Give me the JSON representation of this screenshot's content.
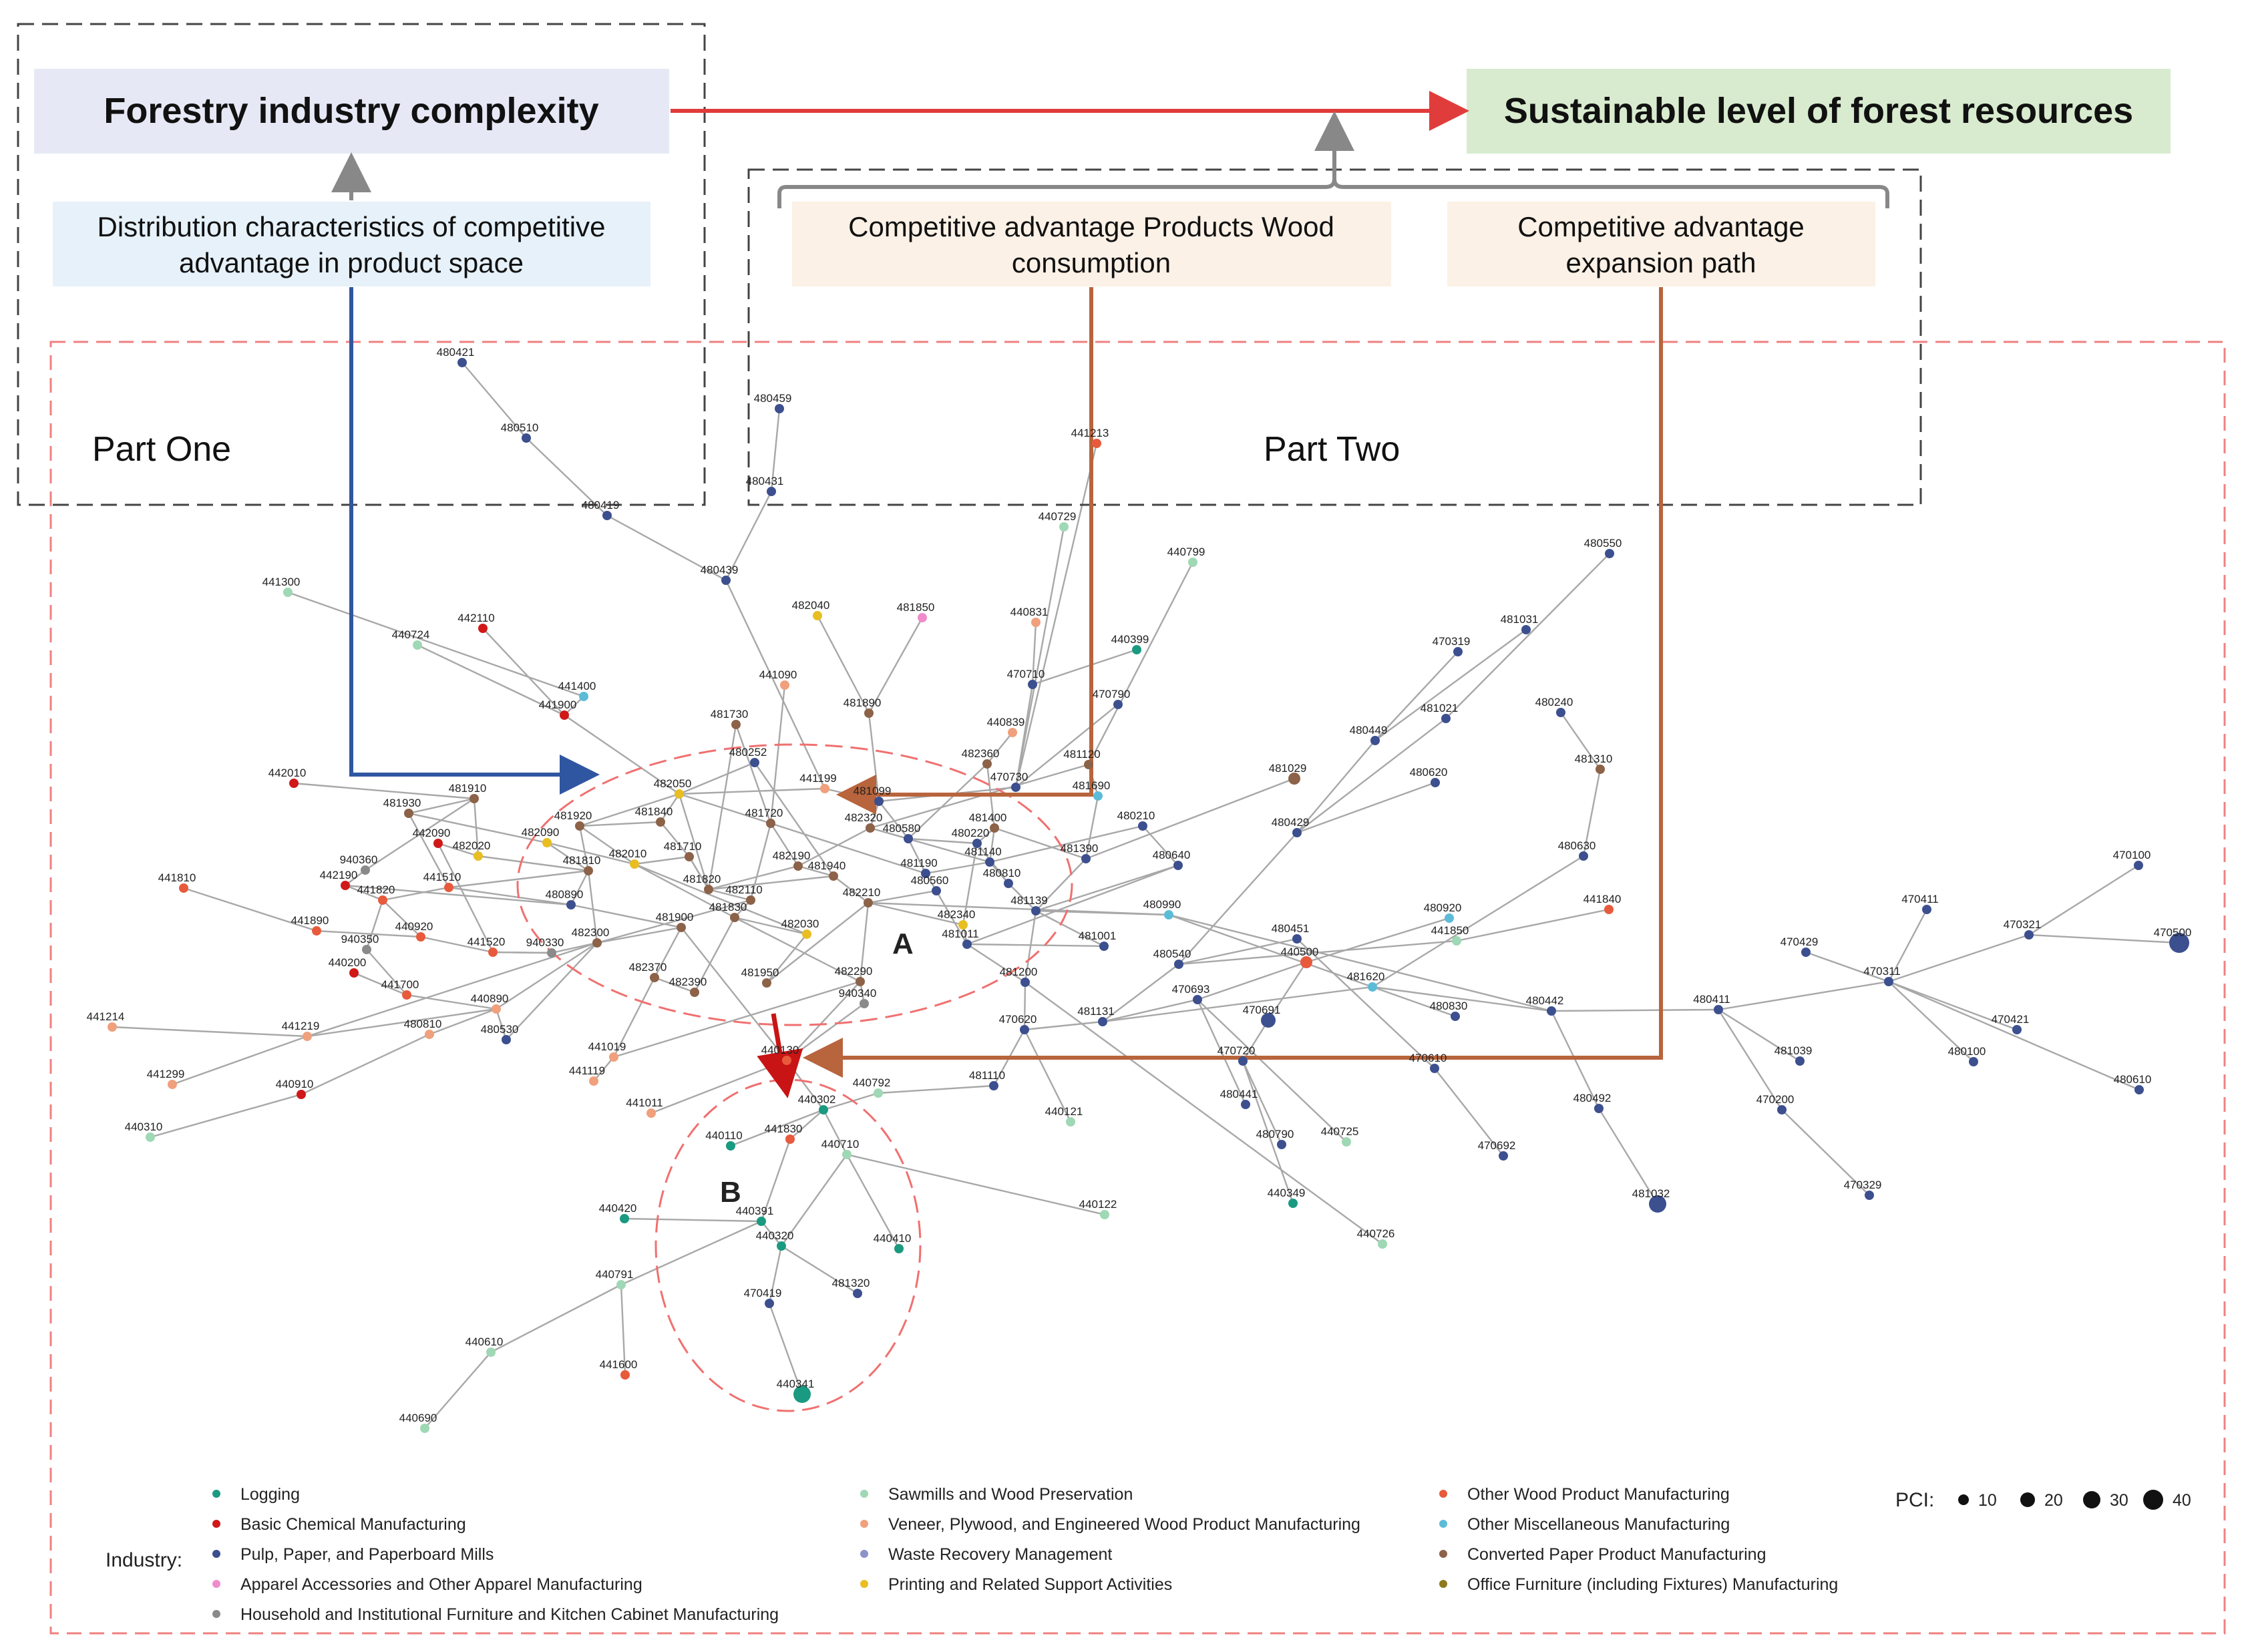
{
  "top_boxes": {
    "complexity": "Forestry industry complexity",
    "sustainable": "Sustainable level of forest resources",
    "distribution": [
      "Distribution characteristics of competitive",
      "advantage in product space"
    ],
    "wood": [
      "Competitive advantage Products Wood",
      "consumption"
    ],
    "expansion": [
      "Competitive advantage",
      "expansion path"
    ]
  },
  "parts": {
    "one": "Part One",
    "two": "Part Two"
  },
  "clusters": {
    "a": "A",
    "b": "B"
  },
  "legend": {
    "title": "Industry:",
    "pci_label": "PCI:",
    "pci_values": [
      "10",
      "20",
      "30",
      "40"
    ],
    "items": [
      {
        "label": "Logging",
        "color": "#1a9a80"
      },
      {
        "label": "Basic Chemical Manufacturing",
        "color": "#d01818"
      },
      {
        "label": "Pulp, Paper, and Paperboard Mills",
        "color": "#3c4f8f"
      },
      {
        "label": "Apparel Accessories and Other Apparel Manufacturing",
        "color": "#f08ccc"
      },
      {
        "label": "Household and Institutional Furniture and Kitchen Cabinet Manufacturing",
        "color": "#8a8a8a"
      },
      {
        "label": "Sawmills and Wood Preservation",
        "color": "#9fd8b4"
      },
      {
        "label": "Veneer, Plywood, and Engineered Wood Product Manufacturing",
        "color": "#f0a07c"
      },
      {
        "label": "Waste Recovery Management",
        "color": "#8c93c8"
      },
      {
        "label": "Printing and Related Support Activities",
        "color": "#e8be22"
      },
      {
        "label": "Other Wood Product Manufacturing",
        "color": "#e85a3c"
      },
      {
        "label": "Other Miscellaneous Manufacturing",
        "color": "#5cbcd8"
      },
      {
        "label": "Converted Paper Product Manufacturing",
        "color": "#8c6248"
      },
      {
        "label": "Office Furniture (including Fixtures) Manufacturing",
        "color": "#8c7a1c"
      }
    ]
  },
  "network": {
    "nodes": [
      {
        "id": "480421",
        "cat": 2
      },
      {
        "id": "480510",
        "cat": 2
      },
      {
        "id": "480419",
        "cat": 2
      },
      {
        "id": "480459",
        "cat": 2
      },
      {
        "id": "480431",
        "cat": 2
      },
      {
        "id": "480439",
        "cat": 2
      },
      {
        "id": "441300",
        "cat": 5
      },
      {
        "id": "442110",
        "cat": 1
      },
      {
        "id": "440724",
        "cat": 5
      },
      {
        "id": "441400",
        "cat": 10
      },
      {
        "id": "441900",
        "cat": 1
      },
      {
        "id": "482040",
        "cat": 8
      },
      {
        "id": "481850",
        "cat": 3
      },
      {
        "id": "441090",
        "cat": 6
      },
      {
        "id": "481890",
        "cat": 11
      },
      {
        "id": "440831",
        "cat": 6
      },
      {
        "id": "441213",
        "cat": 9
      },
      {
        "id": "440729",
        "cat": 5
      },
      {
        "id": "440799",
        "cat": 5
      },
      {
        "id": "440399",
        "cat": 0
      },
      {
        "id": "470710",
        "cat": 2
      },
      {
        "id": "470790",
        "cat": 2
      },
      {
        "id": "440839",
        "cat": 6
      },
      {
        "id": "482360",
        "cat": 11
      },
      {
        "id": "470730",
        "cat": 2
      },
      {
        "id": "481120",
        "cat": 11
      },
      {
        "id": "481690",
        "cat": 10
      },
      {
        "id": "481730",
        "cat": 11
      },
      {
        "id": "480252",
        "cat": 2
      },
      {
        "id": "441199",
        "cat": 6
      },
      {
        "id": "481099",
        "cat": 2
      },
      {
        "id": "442010",
        "cat": 1
      },
      {
        "id": "481910",
        "cat": 11
      },
      {
        "id": "481930",
        "cat": 11
      },
      {
        "id": "482050",
        "cat": 8
      },
      {
        "id": "481920",
        "cat": 11
      },
      {
        "id": "481840",
        "cat": 11
      },
      {
        "id": "481720",
        "cat": 11
      },
      {
        "id": "482320",
        "cat": 11
      },
      {
        "id": "480580",
        "cat": 2
      },
      {
        "id": "481400",
        "cat": 11
      },
      {
        "id": "480220",
        "cat": 2
      },
      {
        "id": "480210",
        "cat": 2
      },
      {
        "id": "442090",
        "cat": 1
      },
      {
        "id": "482090",
        "cat": 8
      },
      {
        "id": "482020",
        "cat": 8
      },
      {
        "id": "482010",
        "cat": 8
      },
      {
        "id": "481710",
        "cat": 11
      },
      {
        "id": "482190",
        "cat": 11
      },
      {
        "id": "481940",
        "cat": 11
      },
      {
        "id": "481190",
        "cat": 2
      },
      {
        "id": "480560",
        "cat": 2
      },
      {
        "id": "481140",
        "cat": 2
      },
      {
        "id": "481390",
        "cat": 2
      },
      {
        "id": "480640",
        "cat": 2
      },
      {
        "id": "940360",
        "cat": 4
      },
      {
        "id": "442190",
        "cat": 1
      },
      {
        "id": "441820",
        "cat": 9
      },
      {
        "id": "441510",
        "cat": 9
      },
      {
        "id": "481810",
        "cat": 11
      },
      {
        "id": "480810",
        "cat": 2
      },
      {
        "id": "481820",
        "cat": 11
      },
      {
        "id": "482110",
        "cat": 11
      },
      {
        "id": "480890",
        "cat": 2
      },
      {
        "id": "441810",
        "cat": 9
      },
      {
        "id": "481830",
        "cat": 11
      },
      {
        "id": "482210",
        "cat": 11
      },
      {
        "id": "481139",
        "cat": 2
      },
      {
        "id": "480990",
        "cat": 10
      },
      {
        "id": "441890",
        "cat": 9
      },
      {
        "id": "440920",
        "cat": 9
      },
      {
        "id": "481900",
        "cat": 11
      },
      {
        "id": "482340",
        "cat": 8
      },
      {
        "id": "481011",
        "cat": 2
      },
      {
        "id": "482030",
        "cat": 8
      },
      {
        "id": "940350",
        "cat": 4
      },
      {
        "id": "441520",
        "cat": 9
      },
      {
        "id": "940330",
        "cat": 4
      },
      {
        "id": "482300",
        "cat": 11
      },
      {
        "id": "440200",
        "cat": 1
      },
      {
        "id": "441700",
        "cat": 9
      },
      {
        "id": "482370",
        "cat": 11
      },
      {
        "id": "482390",
        "cat": 11
      },
      {
        "id": "481950",
        "cat": 11
      },
      {
        "id": "482290",
        "cat": 11
      },
      {
        "id": "481001",
        "cat": 2
      },
      {
        "id": "481200",
        "cat": 2
      },
      {
        "id": "940340",
        "cat": 4
      },
      {
        "id": "440890",
        "cat": 6
      },
      {
        "id": "441214",
        "cat": 6
      },
      {
        "id": "441219",
        "cat": 6
      },
      {
        "id": "480810b",
        "cat": 6
      },
      {
        "id": "480530",
        "cat": 2
      },
      {
        "id": "441019",
        "cat": 6
      },
      {
        "id": "441119",
        "cat": 6
      },
      {
        "id": "441299",
        "cat": 6
      },
      {
        "id": "440910",
        "cat": 1
      },
      {
        "id": "441011",
        "cat": 6
      },
      {
        "id": "440310",
        "cat": 5
      },
      {
        "id": "440130",
        "cat": 9
      },
      {
        "id": "470620",
        "cat": 2
      },
      {
        "id": "481131",
        "cat": 2
      },
      {
        "id": "440792",
        "cat": 5
      },
      {
        "id": "481110",
        "cat": 2
      },
      {
        "id": "440302",
        "cat": 0
      },
      {
        "id": "440110",
        "cat": 0
      },
      {
        "id": "441830",
        "cat": 9
      },
      {
        "id": "440710",
        "cat": 5
      },
      {
        "id": "440121",
        "cat": 5
      },
      {
        "id": "440122",
        "cat": 5
      },
      {
        "id": "440420",
        "cat": 0
      },
      {
        "id": "440391",
        "cat": 0
      },
      {
        "id": "440320",
        "cat": 0
      },
      {
        "id": "440410",
        "cat": 0
      },
      {
        "id": "481320",
        "cat": 2
      },
      {
        "id": "470419",
        "cat": 2
      },
      {
        "id": "440341",
        "cat": 0
      },
      {
        "id": "440791",
        "cat": 5
      },
      {
        "id": "440610",
        "cat": 5
      },
      {
        "id": "441600",
        "cat": 9
      },
      {
        "id": "440690",
        "cat": 5
      },
      {
        "id": "480550",
        "cat": 2
      },
      {
        "id": "481031",
        "cat": 2
      },
      {
        "id": "470319",
        "cat": 2
      },
      {
        "id": "481021",
        "cat": 2
      },
      {
        "id": "480240",
        "cat": 2
      },
      {
        "id": "480449",
        "cat": 2
      },
      {
        "id": "481310",
        "cat": 11
      },
      {
        "id": "481029",
        "cat": 11
      },
      {
        "id": "480620",
        "cat": 2
      },
      {
        "id": "480429",
        "cat": 2
      },
      {
        "id": "480630",
        "cat": 2
      },
      {
        "id": "480920",
        "cat": 10
      },
      {
        "id": "441840",
        "cat": 9
      },
      {
        "id": "441850",
        "cat": 5
      },
      {
        "id": "480451",
        "cat": 2
      },
      {
        "id": "440500",
        "cat": 9
      },
      {
        "id": "480540",
        "cat": 2
      },
      {
        "id": "470693",
        "cat": 2
      },
      {
        "id": "470691",
        "cat": 2
      },
      {
        "id": "481620",
        "cat": 10
      },
      {
        "id": "480830",
        "cat": 2
      },
      {
        "id": "480442",
        "cat": 2
      },
      {
        "id": "470720",
        "cat": 2
      },
      {
        "id": "480441",
        "cat": 2
      },
      {
        "id": "480790",
        "cat": 2
      },
      {
        "id": "440725",
        "cat": 5
      },
      {
        "id": "440349",
        "cat": 0
      },
      {
        "id": "440726",
        "cat": 5
      },
      {
        "id": "470610",
        "cat": 2
      },
      {
        "id": "470692",
        "cat": 2
      },
      {
        "id": "480492",
        "cat": 2
      },
      {
        "id": "481032",
        "cat": 2
      },
      {
        "id": "480411",
        "cat": 2
      },
      {
        "id": "481039",
        "cat": 2
      },
      {
        "id": "470200",
        "cat": 2
      },
      {
        "id": "470329",
        "cat": 2
      },
      {
        "id": "470311",
        "cat": 2
      },
      {
        "id": "470429",
        "cat": 2
      },
      {
        "id": "470411",
        "cat": 2
      },
      {
        "id": "470321",
        "cat": 2
      },
      {
        "id": "470100",
        "cat": 2
      },
      {
        "id": "470500",
        "cat": 2
      },
      {
        "id": "470421",
        "cat": 2
      },
      {
        "id": "480100",
        "cat": 2
      },
      {
        "id": "480610",
        "cat": 2
      }
    ]
  }
}
